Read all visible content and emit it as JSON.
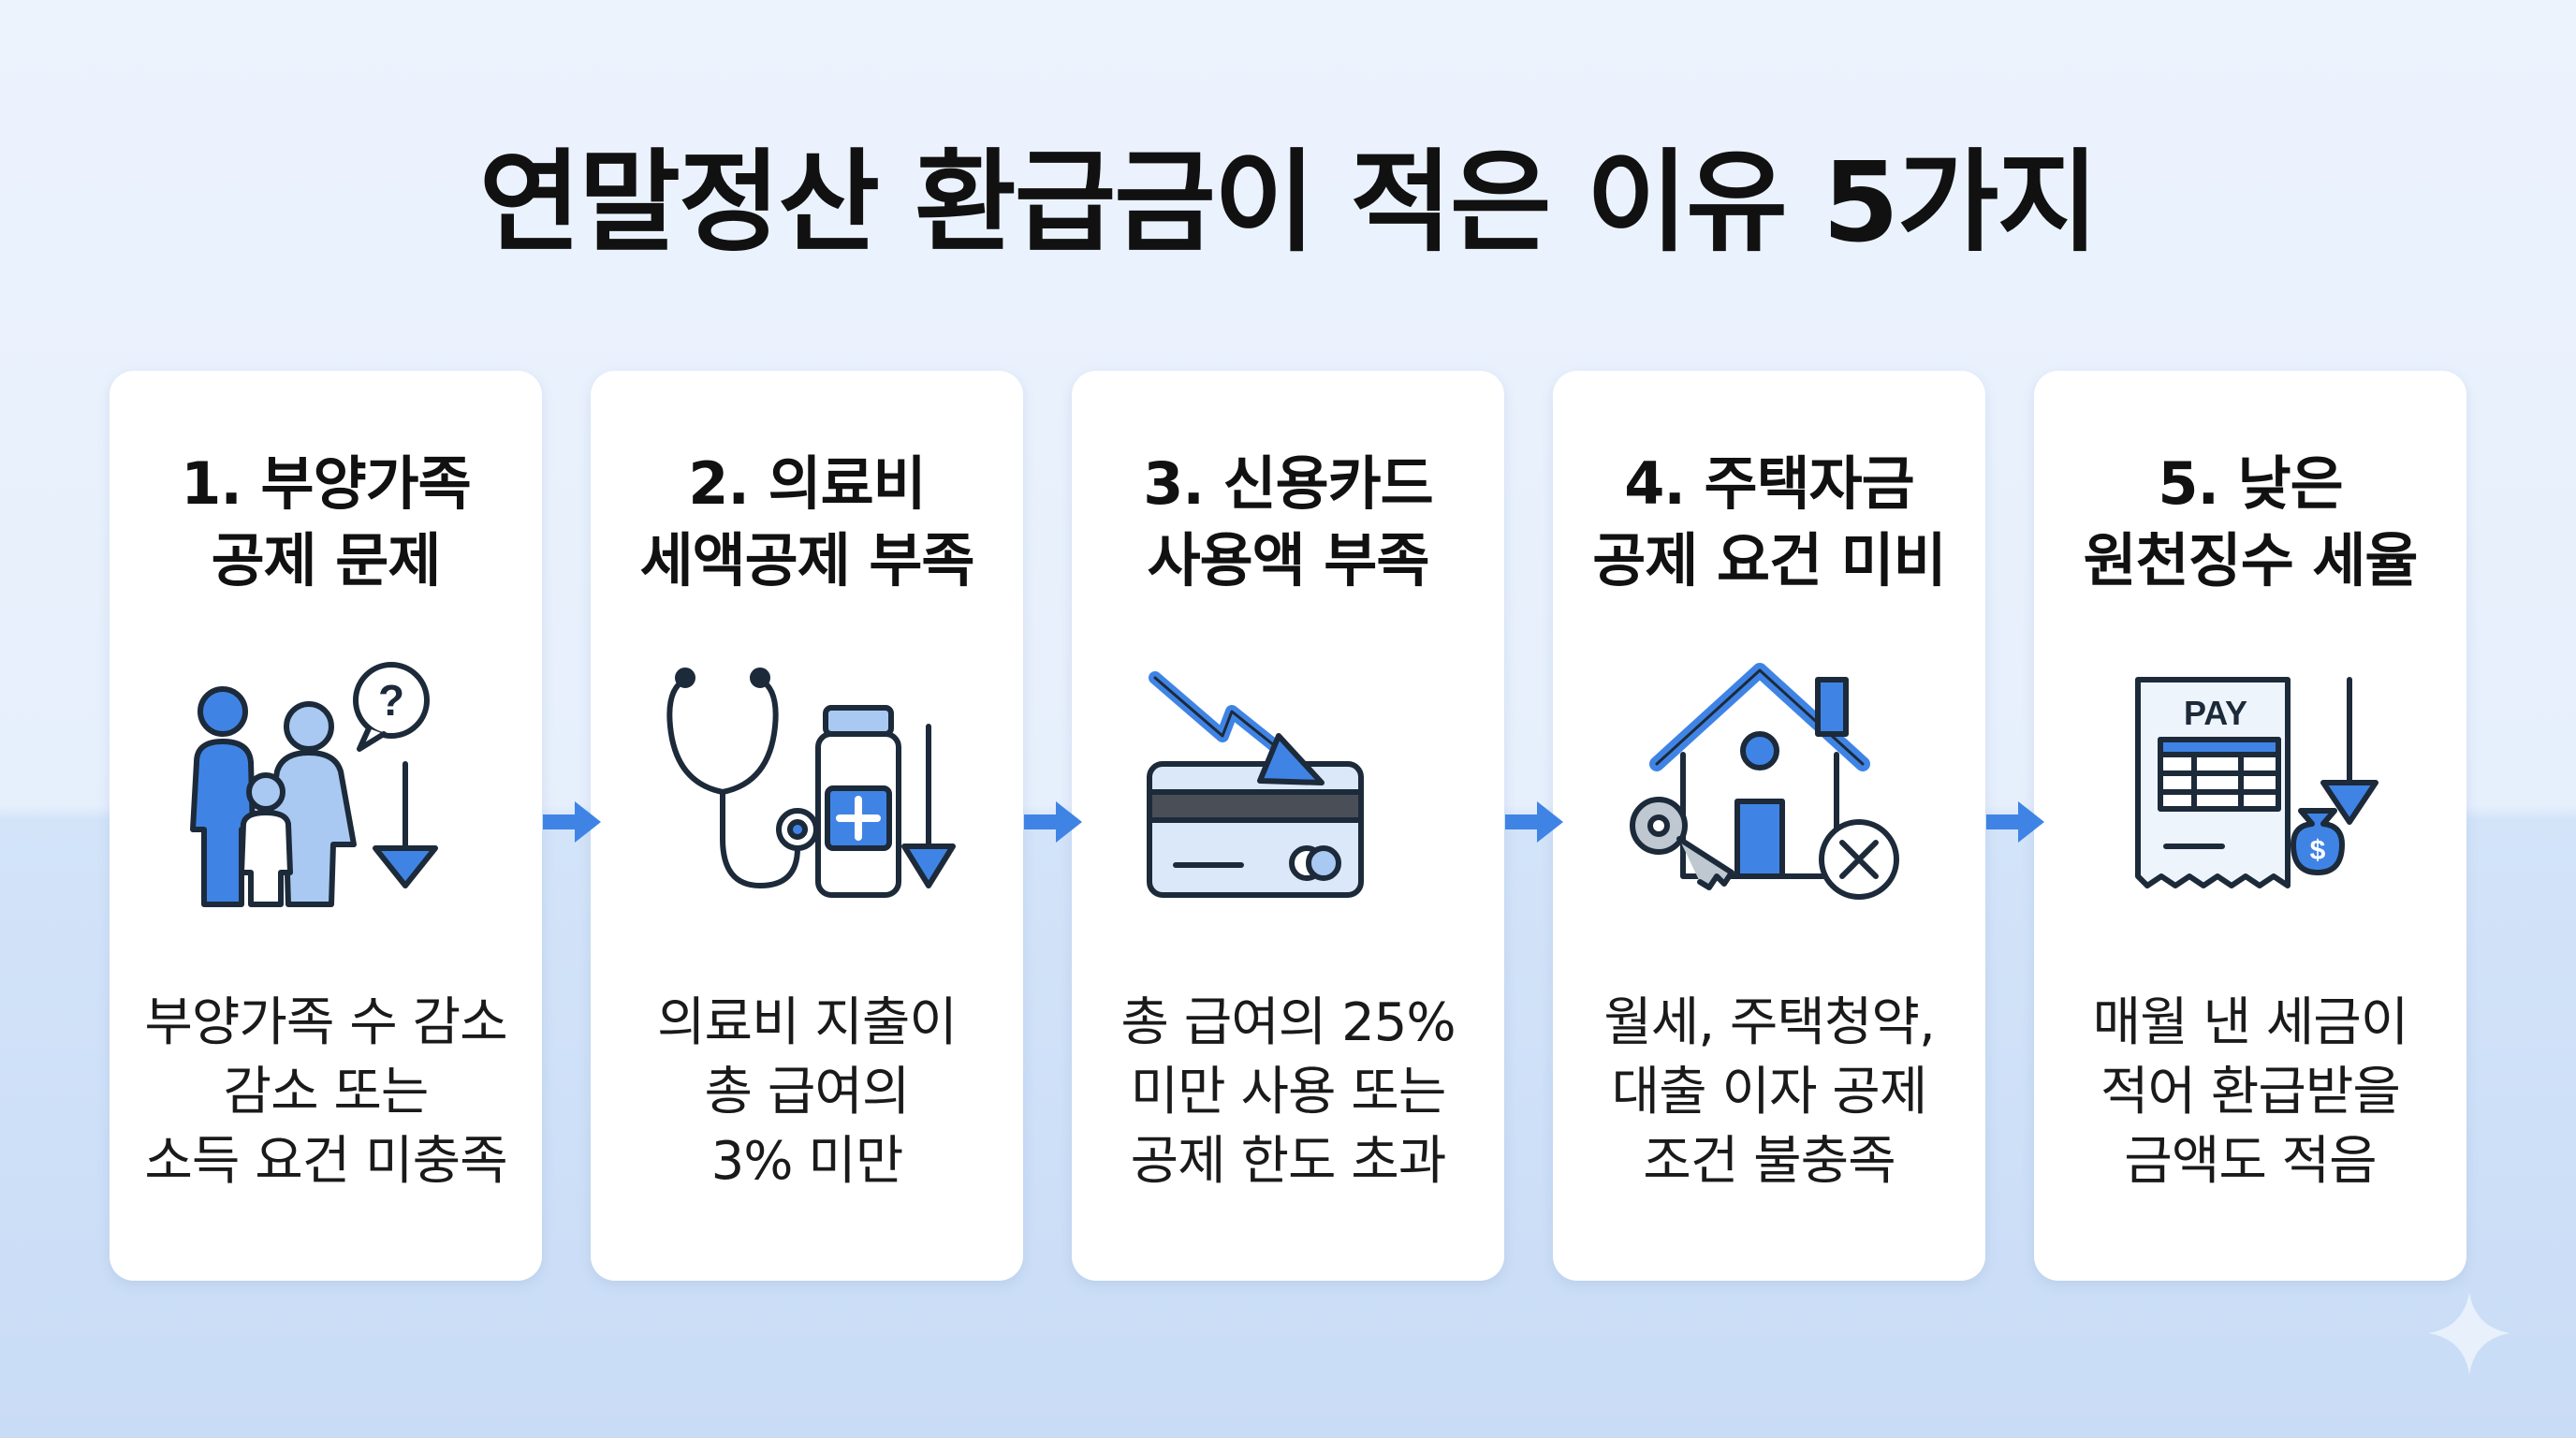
{
  "title": "연말정산 환급금이 적은 이유 5가지",
  "cards": [
    {
      "title_lines": [
        "1. 부양가족",
        "공제 문제"
      ],
      "desc_lines": [
        "부양가족 수 감소",
        "감소 또는",
        "소득 요건 미충족"
      ],
      "icon": "family-question-icon"
    },
    {
      "title_lines": [
        "2. 의료비",
        "세액공제 부족"
      ],
      "desc_lines": [
        "의료비 지출이",
        "총 급여의",
        "3% 미만"
      ],
      "icon": "stethoscope-medicine-icon"
    },
    {
      "title_lines": [
        "3. 신용카드",
        "사용액 부족"
      ],
      "desc_lines": [
        "총 급여의 25%",
        "미만 사용 또는",
        "공제 한도 초과"
      ],
      "icon": "credit-card-down-icon"
    },
    {
      "title_lines": [
        "4. 주택자금",
        "공제 요건 미비"
      ],
      "desc_lines": [
        "월세, 주택청약,",
        "대출 이자 공제",
        "조건 불충족"
      ],
      "icon": "house-key-cross-icon"
    },
    {
      "title_lines": [
        "5. 낮은",
        "원천징수 세율"
      ],
      "desc_lines": [
        "매월 낸 세금이",
        "적어 환급받을",
        "금액도 적음"
      ],
      "icon": "payslip-money-icon"
    }
  ],
  "icon_text": {
    "question": "?",
    "pay": "PAY",
    "dollar": "$"
  },
  "colors": {
    "accent": "#3f84e5",
    "accent_light": "#a9c9f2",
    "ink": "#1c2a3a",
    "grey": "#bfc7d1"
  }
}
